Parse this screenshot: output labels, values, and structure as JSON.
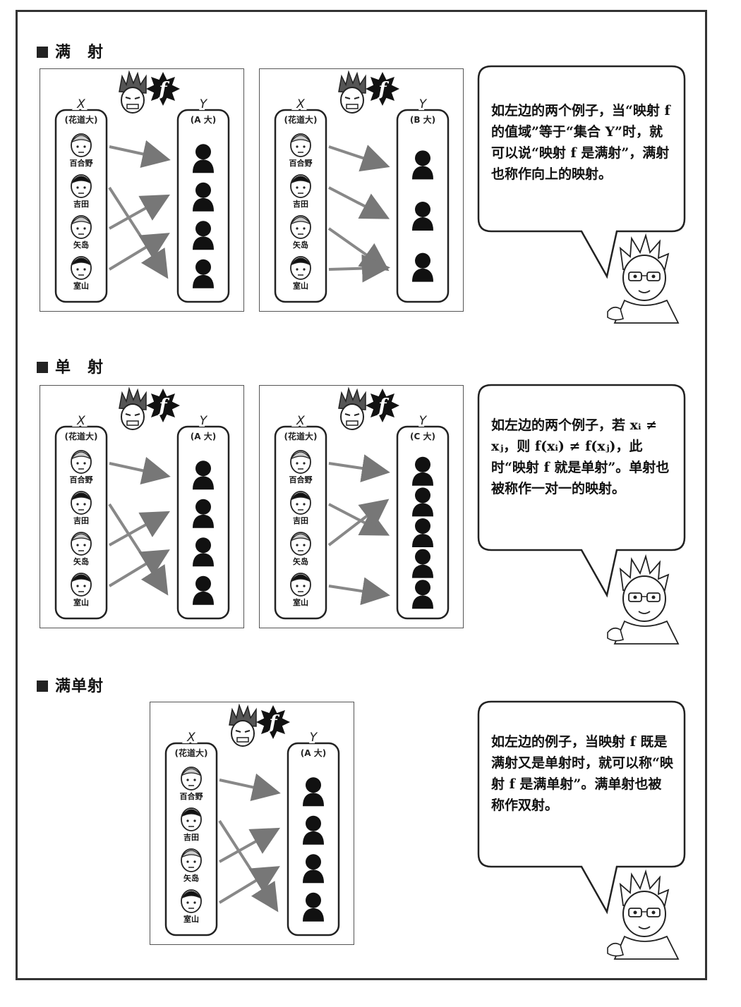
{
  "sections": [
    {
      "heading": "满　射",
      "panels": [
        {
          "x_label": "X",
          "x_caption": "(花道大)",
          "y_label": "Y",
          "y_caption": "(A 大)",
          "f_label": "f",
          "people": [
            "百合野",
            "吉田",
            "矢岛",
            "室山"
          ],
          "y_count": 4,
          "mapping": [
            0,
            3,
            1,
            2
          ]
        },
        {
          "x_label": "X",
          "x_caption": "(花道大)",
          "y_label": "Y",
          "y_caption": "(B 大)",
          "f_label": "f",
          "people": [
            "百合野",
            "吉田",
            "矢岛",
            "室山"
          ],
          "y_count": 3,
          "mapping": [
            0,
            1,
            2,
            2
          ]
        }
      ],
      "bubble_text": "如左边的两个例子，当“映射 f 的值域”等于“集合 Y”时，就可以说“映射 f 是满射”，满射也称作向上的映射。"
    },
    {
      "heading": "单　射",
      "panels": [
        {
          "x_label": "X",
          "x_caption": "(花道大)",
          "y_label": "Y",
          "y_caption": "(A 大)",
          "f_label": "f",
          "people": [
            "百合野",
            "吉田",
            "矢岛",
            "室山"
          ],
          "y_count": 4,
          "mapping": [
            0,
            3,
            1,
            2
          ]
        },
        {
          "x_label": "X",
          "x_caption": "(花道大)",
          "y_label": "Y",
          "y_caption": "(C 大)",
          "f_label": "f",
          "people": [
            "百合野",
            "吉田",
            "矢岛",
            "室山"
          ],
          "y_count": 5,
          "mapping": [
            0,
            2,
            1,
            4
          ]
        }
      ],
      "bubble_text": "如左边的两个例子，若 xᵢ ≠ xⱼ，则 f(xᵢ) ≠ f(xⱼ)，此时“映射 f 就是单射”。单射也被称作一对一的映射。"
    },
    {
      "heading": "满单射",
      "panels": [
        {
          "x_label": "X",
          "x_caption": "(花道大)",
          "y_label": "Y",
          "y_caption": "(A 大)",
          "f_label": "f",
          "people": [
            "百合野",
            "吉田",
            "矢岛",
            "室山"
          ],
          "y_count": 4,
          "mapping": [
            0,
            3,
            1,
            2
          ]
        }
      ],
      "bubble_text": "如左边的例子，当映射 f 既是满射又是单射时，就可以称“映射 f 是满单射”。满单射也被称作双射。"
    }
  ]
}
